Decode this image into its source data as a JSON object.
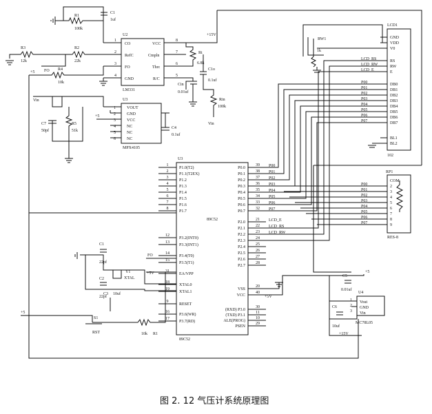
{
  "caption": "图 2. 12   气压计系统原理图",
  "power": {
    "vplus15": "+15V",
    "vplus5": "+5"
  },
  "u2": {
    "ref": "U2",
    "part": "LM331",
    "pins_left": [
      {
        "num": "1",
        "name": "CO"
      },
      {
        "num": "2",
        "name": "RefC"
      },
      {
        "num": "3",
        "name": "FO"
      },
      {
        "num": "4",
        "name": "GND"
      }
    ],
    "pins_right": [
      {
        "num": "8",
        "name": "VCC"
      },
      {
        "num": "7",
        "name": "Cmpln"
      },
      {
        "num": "6",
        "name": "Thrc"
      },
      {
        "num": "5",
        "name": "R/C"
      }
    ]
  },
  "u3": {
    "ref": "U3",
    "part": "MPX4105",
    "pins": [
      {
        "num": "1",
        "name": "VOUT"
      },
      {
        "num": "2",
        "name": "GND"
      },
      {
        "num": "3",
        "name": "VCC"
      },
      {
        "num": "4",
        "name": "NC"
      },
      {
        "num": "5",
        "name": "NC"
      },
      {
        "num": "6",
        "name": "NC"
      }
    ]
  },
  "mcu": {
    "ref": "U3",
    "part": "89C52",
    "part_bottom": "89C52",
    "left_pins": [
      {
        "num": "1",
        "name": "P1.0(T2)"
      },
      {
        "num": "2",
        "name": "P1.1(T2EX)"
      },
      {
        "num": "3",
        "name": "P1.2"
      },
      {
        "num": "4",
        "name": "P1.3"
      },
      {
        "num": "5",
        "name": "P1.4"
      },
      {
        "num": "6",
        "name": "P1.5"
      },
      {
        "num": "7",
        "name": "P1.6"
      },
      {
        "num": "8",
        "name": "P1.7"
      },
      {
        "num": "12",
        "name": "P3.2(INT0)"
      },
      {
        "num": "13",
        "name": "P3.3(INT1)"
      },
      {
        "num": "14",
        "name": "P3.4(T0)"
      },
      {
        "num": "15",
        "name": "P3.5(T1)"
      },
      {
        "num": "31",
        "name": "EA/VPP"
      },
      {
        "num": "18",
        "name": "XTAL0"
      },
      {
        "num": "19",
        "name": "XTAL1"
      },
      {
        "num": "9",
        "name": "RESET"
      },
      {
        "num": "16",
        "name": "P3.6(WR)"
      },
      {
        "num": "17",
        "name": "P3.7(RD)"
      }
    ],
    "right_pins": [
      {
        "num": "39",
        "name": "P0.0",
        "net": "P00"
      },
      {
        "num": "38",
        "name": "P0.1",
        "net": "P01"
      },
      {
        "num": "37",
        "name": "P0.2",
        "net": "P02"
      },
      {
        "num": "36",
        "name": "P0.3",
        "net": "P03"
      },
      {
        "num": "35",
        "name": "P0.4",
        "net": "P04"
      },
      {
        "num": "34",
        "name": "P0.5",
        "net": "P05"
      },
      {
        "num": "33",
        "name": "P0.6",
        "net": "P06"
      },
      {
        "num": "32",
        "name": "P0.7",
        "net": "P07"
      },
      {
        "num": "21",
        "name": "P2.0",
        "net": "LCD_E"
      },
      {
        "num": "22",
        "name": "P2.1",
        "net": "LCD_RS"
      },
      {
        "num": "23",
        "name": "P2.2",
        "net": "LCD_RW"
      },
      {
        "num": "24",
        "name": "P2.3",
        "net": ""
      },
      {
        "num": "25",
        "name": "P2.4",
        "net": ""
      },
      {
        "num": "26",
        "name": "P2.5",
        "net": ""
      },
      {
        "num": "27",
        "name": "P2.6",
        "net": ""
      },
      {
        "num": "28",
        "name": "P2.7",
        "net": ""
      },
      {
        "num": "20",
        "name": "VSS",
        "net": ""
      },
      {
        "num": "40",
        "name": "VCC",
        "net": "+5V"
      },
      {
        "num": "30",
        "name": "(RXD) P3.0",
        "net": ""
      },
      {
        "num": "11",
        "name": "(TXD) P3.1",
        "net": ""
      },
      {
        "num": "10",
        "name": "ALE(PROG)",
        "net": ""
      },
      {
        "num": "29",
        "name": "PSEN",
        "net": ""
      }
    ]
  },
  "lcd": {
    "ref": "LCD1",
    "part": "102",
    "pins": [
      "GND",
      "VDD",
      "V0",
      "RS",
      "RW",
      "E",
      "DB0",
      "DB1",
      "DB2",
      "DB3",
      "DB4",
      "DB5",
      "DB6",
      "DB7",
      "BL1",
      "BL2"
    ],
    "nets": [
      "LCD_RS",
      "LCD_RW",
      "LCD_E",
      "P00",
      "P01",
      "P02",
      "P03",
      "P04",
      "P05",
      "P06",
      "P07"
    ]
  },
  "rp1": {
    "ref": "RP1",
    "part": "RES-8",
    "pins": [
      "COM",
      "2",
      "3",
      "4",
      "5",
      "6",
      "7",
      "8",
      "9"
    ],
    "nets": [
      "P00",
      "P01",
      "P02",
      "P03",
      "P04",
      "P05",
      "P06",
      "P07"
    ]
  },
  "u4": {
    "ref": "U4",
    "part": "MC78L05",
    "pins": [
      {
        "num": "1",
        "name": "Vout"
      },
      {
        "num": "2",
        "name": "GND"
      },
      {
        "num": "3",
        "name": "Vin"
      }
    ]
  },
  "passives": {
    "c1": {
      "ref": "C1",
      "value": "1uf"
    },
    "r1": {
      "ref": "R1",
      "value": "100k"
    },
    "r3": {
      "ref": "R3",
      "value": "12k"
    },
    "r2": {
      "ref": "R2",
      "value": "22k"
    },
    "r4": {
      "ref": "R4",
      "value": "10k"
    },
    "fo": "FO",
    "rt": {
      "ref": "Rt",
      "value": "6.8k"
    },
    "cin": {
      "ref": "Cin",
      "value": "0.01uf"
    },
    "clo": {
      "ref": "C1o",
      "value": "0.1uf"
    },
    "rin": {
      "ref": "Rin",
      "value": "100k"
    },
    "vin": "Vin",
    "vin2": "Vin",
    "c7": {
      "ref": "C7",
      "value": "50pf"
    },
    "r5": {
      "ref": "R5",
      "value": "51k"
    },
    "c4": {
      "ref": "C4",
      "value": "0.1uf"
    },
    "rw": "RW1",
    "rw_val": "1k",
    "xc1": {
      "ref": "C1",
      "value": "22pf"
    },
    "xc2": {
      "ref": "C2",
      "value": "22pf"
    },
    "y1": {
      "ref": "Y1",
      "value": "XTAL"
    },
    "c3": {
      "ref": "C3",
      "value": "10uf"
    },
    "s1": {
      "ref": "S1",
      "value": "RST"
    },
    "rr": {
      "ref": "R1",
      "value": "10k"
    },
    "fo2": "FO",
    "v5a": "+5V",
    "c5": {
      "ref": "C5",
      "value": "0.01uf"
    },
    "c6": {
      "ref": "C6",
      "value": "10uf"
    },
    "v5b": "+5",
    "v15b": "+15V"
  }
}
